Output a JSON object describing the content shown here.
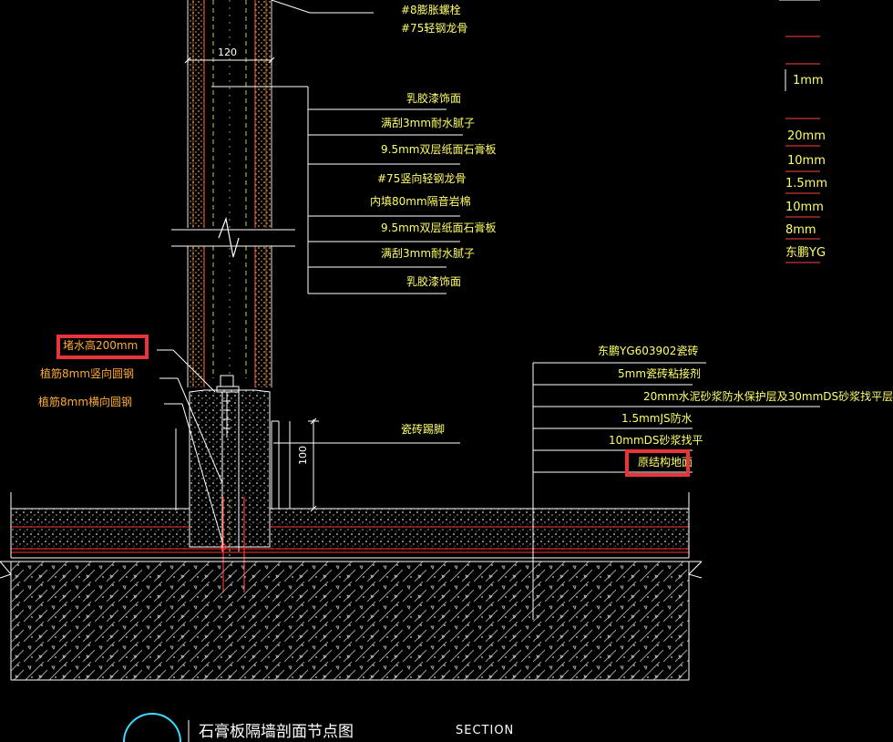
{
  "title": {
    "text": "石膏板隔墙剖面节点图",
    "section": "SECTION"
  },
  "dims": {
    "wall_thickness": "120",
    "skirting_height": "100"
  },
  "labels": {
    "top": [
      "#8膨胀螺栓",
      "#75轻钢龙骨"
    ],
    "wall": [
      "乳胶漆饰面",
      "满刮3mm耐水腻子",
      "9.5mm双层纸面石膏板",
      "#75竖向轻钢龙骨",
      "内填80mm隔音岩棉",
      "9.5mm双层纸面石膏板",
      "满刮3mm耐水腻子",
      "乳胶漆饰面"
    ],
    "left": [
      "堵水高200mm",
      "植筋8mm竖向圆钢",
      "植筋8mm横向圆钢"
    ],
    "skirting": "瓷砖踢脚",
    "floor": [
      "东鹏YG603902瓷砖",
      "5mm瓷砖粘接剂",
      "20mm水泥砂浆防水保护层及30mmDS砂浆找平层",
      "1.5mmJS防水",
      "10mmDS砂浆找平",
      "原结构地面"
    ],
    "partial": [
      "1mm",
      "20mm",
      "10mm",
      "1.5mm",
      "10mm",
      "8mm",
      "东鹏YG"
    ]
  },
  "colors": {
    "background": "#000000",
    "label_yellow": "#ffff66",
    "label_orange": "#ffaa33",
    "highlight_red": "#e8343a",
    "title_marker_cyan": "#33e0ff"
  }
}
